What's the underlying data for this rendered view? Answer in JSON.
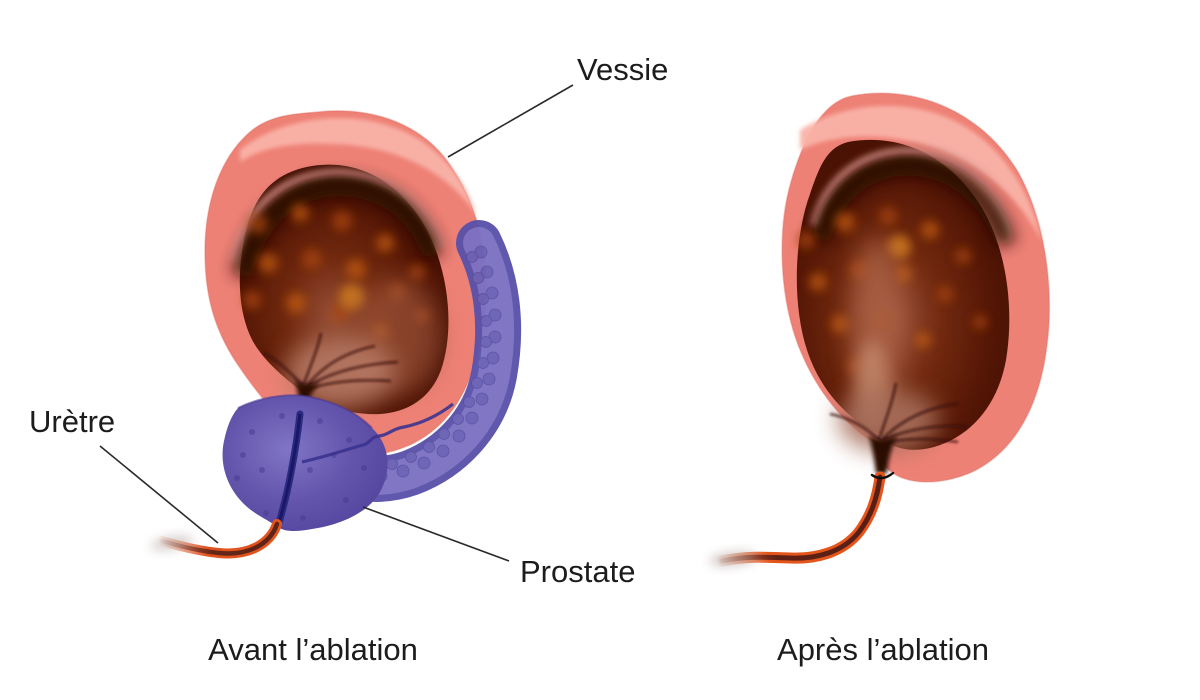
{
  "figure": {
    "labels": {
      "bladder": "Vessie",
      "urethra": "Urètre",
      "prostate": "Prostate"
    },
    "captions": {
      "before": "Avant l’ablation",
      "after": "Après l’ablation"
    }
  },
  "colors": {
    "background": "#ffffff",
    "bladder_wall": "#ee8176",
    "bladder_wall_highlight": "#f9b3a8",
    "bladder_cavity_dark": "#3a0c03",
    "bladder_cavity_glow": "#965038",
    "prostate": "#5d4fa6",
    "seminal_vesicle_outer": "#5a52a9",
    "seminal_vesicle_inner": "#7b71c2",
    "urethra_orange": "#e4551c",
    "urethra_core": "#5e2418",
    "prostatic_urethra_blue": "#2b2a85",
    "label_text": "#1c1c1c",
    "leader_line": "#2a2a2a"
  }
}
